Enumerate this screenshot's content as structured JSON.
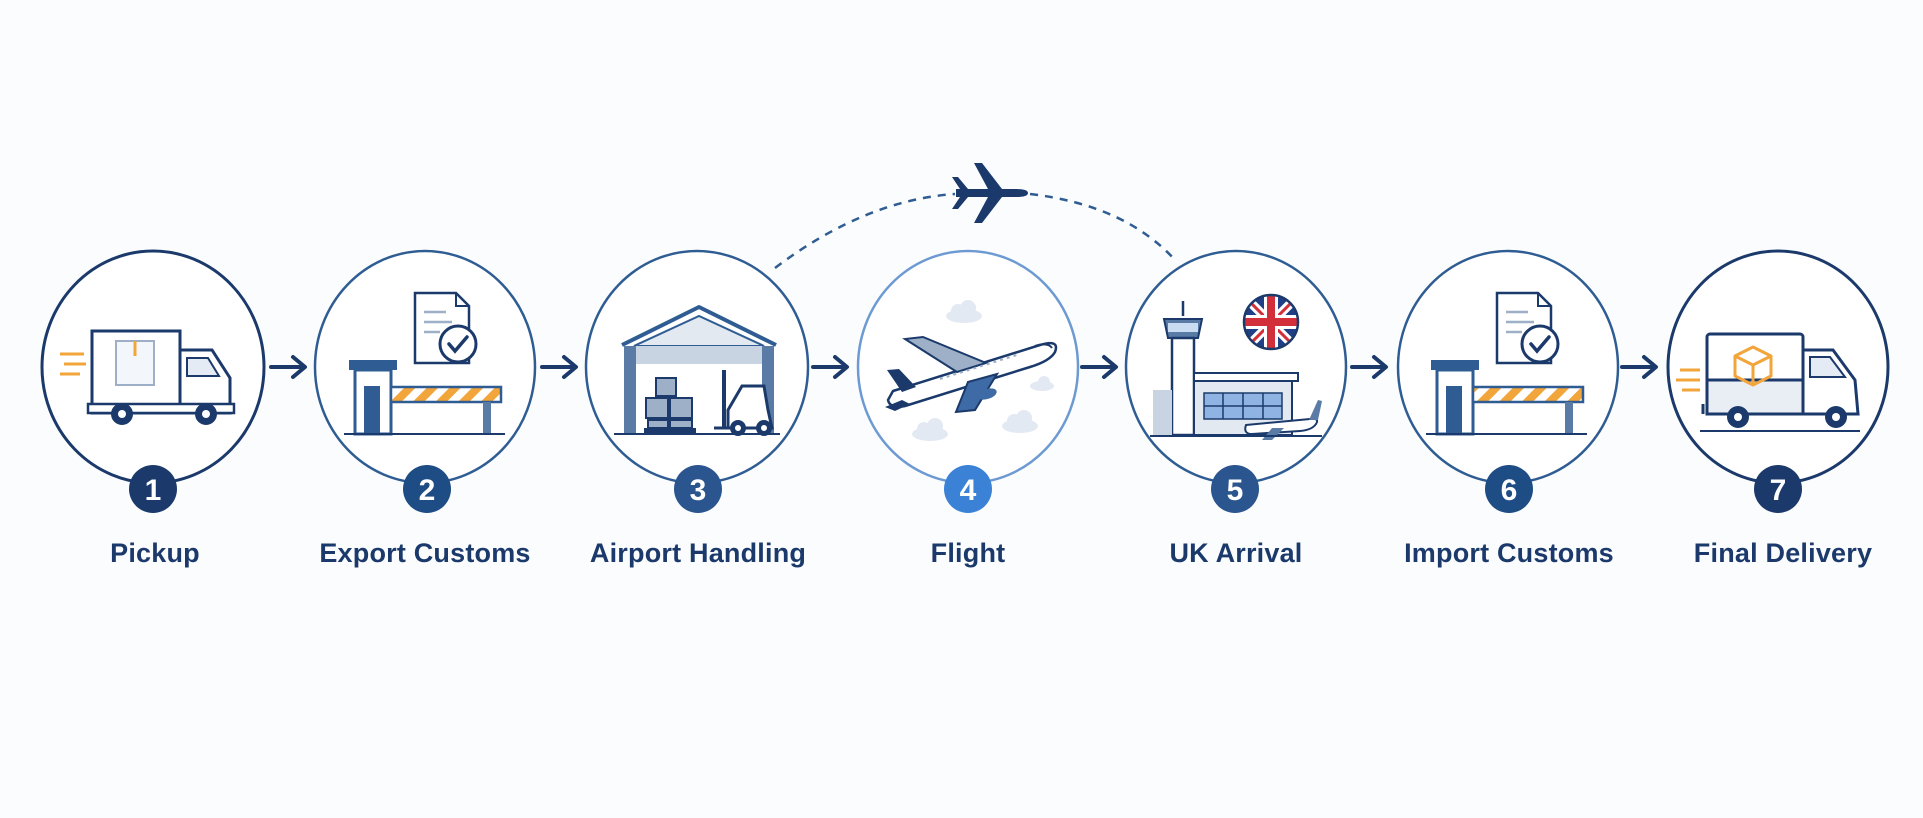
{
  "steps": [
    {
      "number": "1",
      "label": "Pickup",
      "icon": "truck-with-box-icon"
    },
    {
      "number": "2",
      "label": "Export Customs",
      "icon": "customs-checkpoint-icon"
    },
    {
      "number": "3",
      "label": "Airport Handling",
      "icon": "warehouse-forklift-icon"
    },
    {
      "number": "4",
      "label": "Flight",
      "icon": "airplane-icon"
    },
    {
      "number": "5",
      "label": "UK Arrival",
      "icon": "airport-tower-uk-flag-icon"
    },
    {
      "number": "6",
      "label": "Import Customs",
      "icon": "customs-checkpoint-icon"
    },
    {
      "number": "7",
      "label": "Final Delivery",
      "icon": "delivery-van-icon"
    }
  ],
  "colors": {
    "navy": "#1b3a6b",
    "mid_blue": "#2f5d93",
    "light_blue": "#5b8fd0",
    "accent_blue": "#3b82d6",
    "orange": "#f2a53b",
    "flag_red": "#d32f3a",
    "background": "#fbfcfd"
  }
}
